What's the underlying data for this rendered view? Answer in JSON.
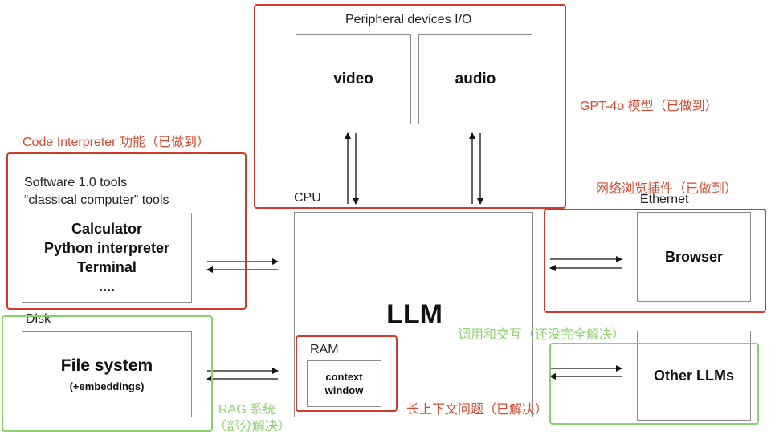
{
  "peripheral": {
    "title": "Peripheral devices I/O",
    "video": "video",
    "audio": "audio"
  },
  "cpu": {
    "label": "CPU",
    "llm": "LLM"
  },
  "ram": {
    "label": "RAM",
    "context_line1": "context",
    "context_line2": "window"
  },
  "tools": {
    "header_line1": "Software 1.0 tools",
    "header_line2": "“classical computer” tools",
    "items": [
      "Calculator",
      "Python interpreter",
      "Terminal",
      "...."
    ]
  },
  "disk": {
    "label": "Disk",
    "title": "File system",
    "subtitle": "(+embeddings)"
  },
  "ethernet": {
    "label": "Ethernet",
    "browser": "Browser"
  },
  "other_llms": {
    "title": "Other LLMs"
  },
  "annotations": {
    "code_interpreter": "Code Interpreter 功能（已做到）",
    "gpt4o": "GPT-4o 模型（已做到）",
    "browsing": "网络浏览插件（已做到）",
    "calling": "调用和交互（还没完全解决）",
    "long_context": "长上下文问题（已解决）",
    "rag_line1": "RAG 系统",
    "rag_line2": "（部分解决）"
  },
  "colors": {
    "red": "#cf3b2b",
    "green": "#86d56a",
    "box_border": "#8c8c8c"
  }
}
